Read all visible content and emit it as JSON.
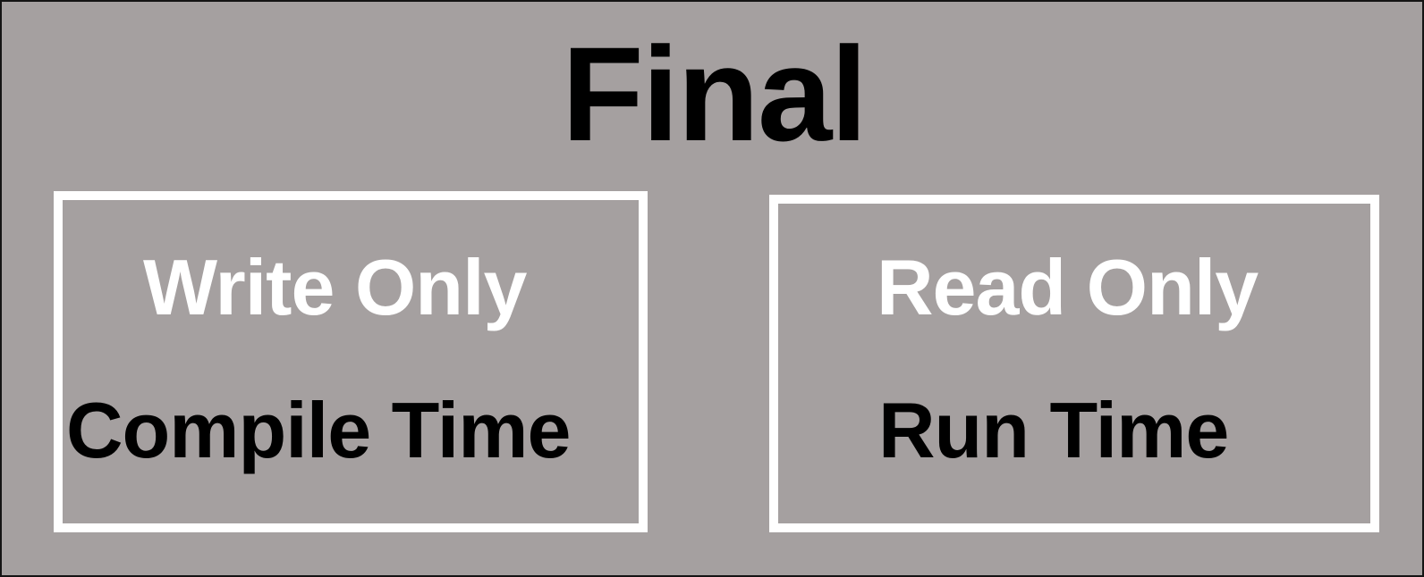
{
  "diagram": {
    "title": "Final",
    "background_color": "#a5a0a0",
    "border_color": "#141414",
    "box_border_color": "#ffffff",
    "white_text_color": "#ffffff",
    "black_text_color": "#000000",
    "boxes": [
      {
        "id": "write-only",
        "access_label": "Write Only",
        "phase_label": "Compile Time"
      },
      {
        "id": "read-only",
        "access_label": "Read Only",
        "phase_label": "Run Time"
      }
    ]
  }
}
